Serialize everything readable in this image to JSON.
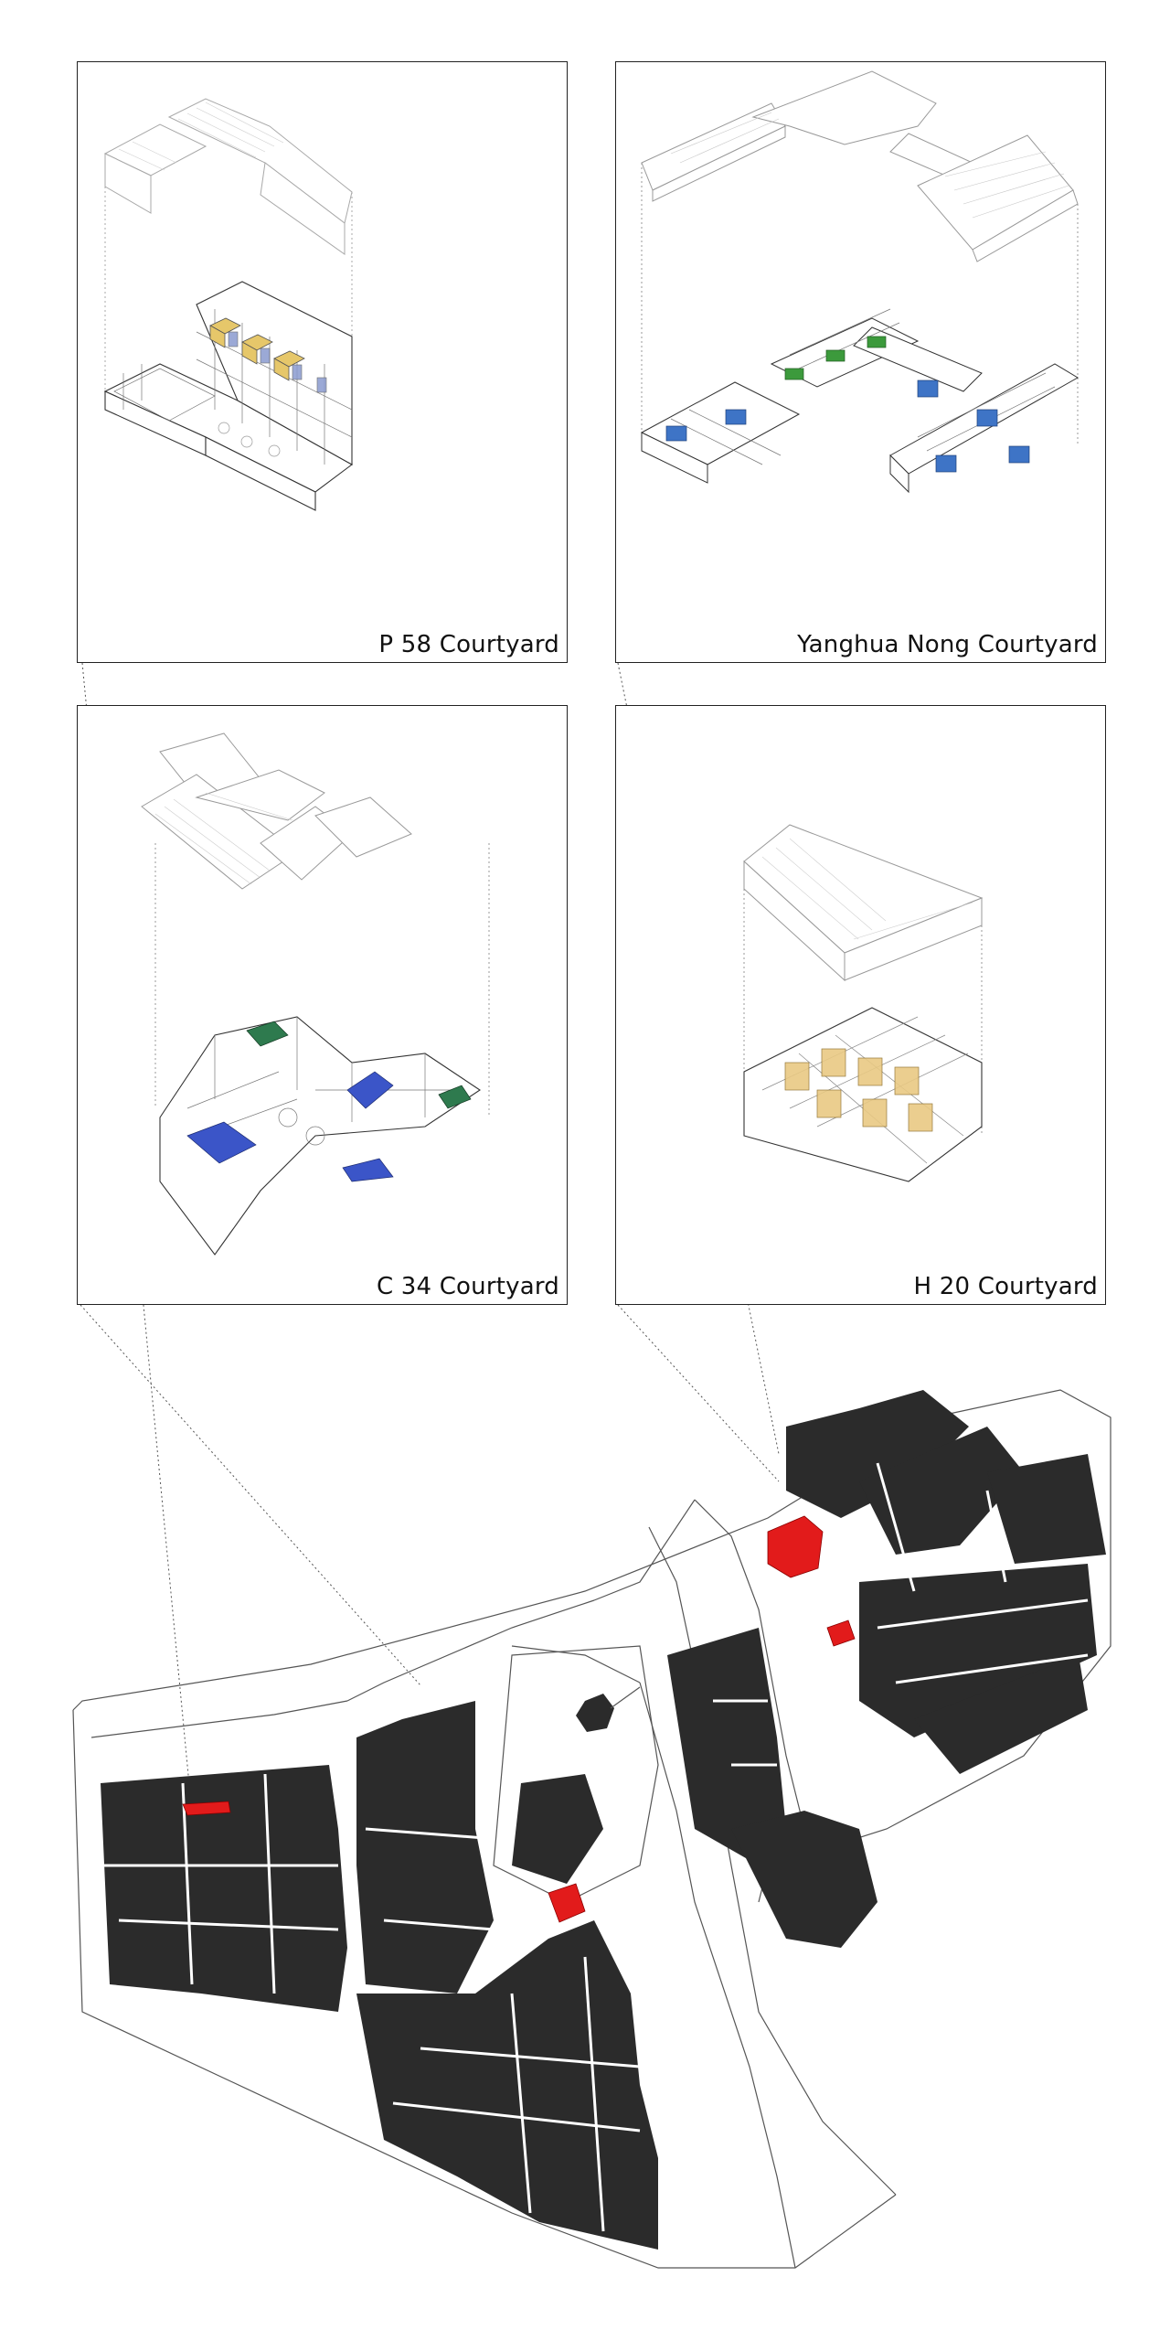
{
  "panels": {
    "p58": {
      "caption": "P 58 Courtyard",
      "accent": "#e6c76a"
    },
    "yanghua": {
      "caption": "Yanghua Nong Courtyard",
      "accent_blue": "#3e74c6",
      "accent_green": "#3c9a3c"
    },
    "c34": {
      "caption": "C 34 Courtyard",
      "accent_blue": "#3b55c8",
      "accent_green": "#2e7a4e"
    },
    "h20": {
      "caption": "H 20 Courtyard",
      "accent": "#e9c983"
    }
  },
  "map": {
    "building_color": "#2b2b2b",
    "highlight_color": "#e21b1b",
    "road_color": "#555555"
  },
  "colors": {
    "line": "#222222",
    "roof": "#bdbdbd",
    "frame": "#9a9a9a"
  }
}
